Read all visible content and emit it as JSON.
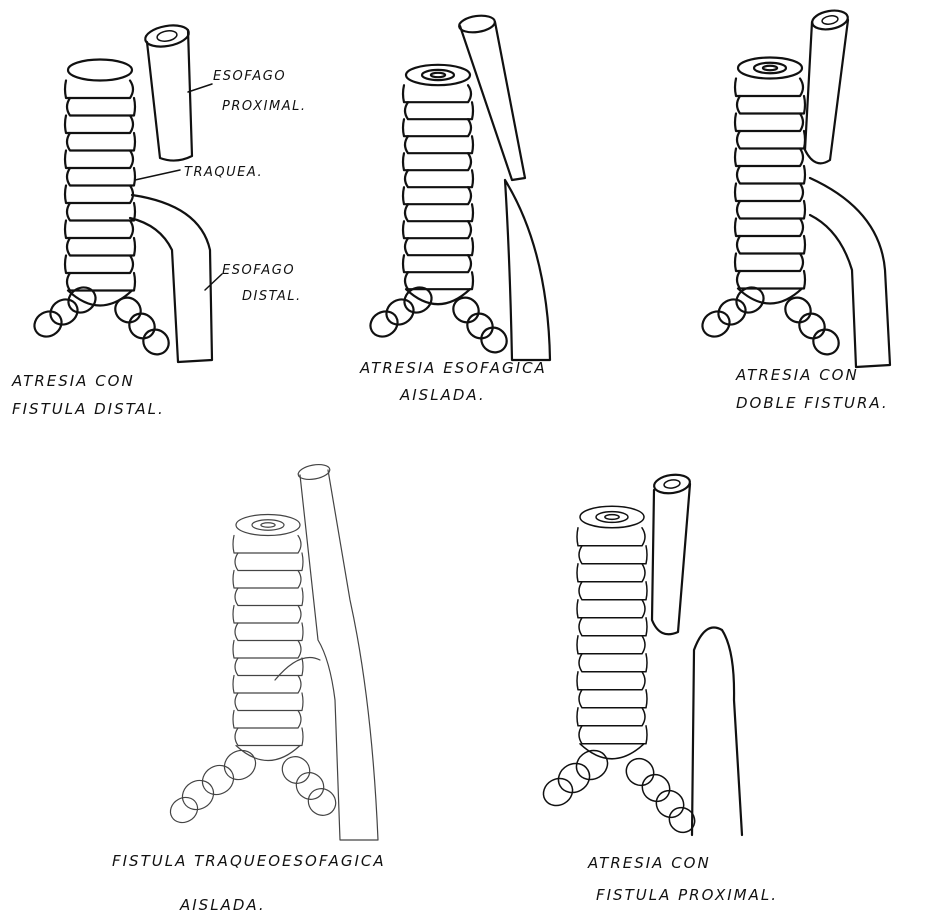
{
  "panels": [
    {
      "id": "p1",
      "caption_line1": "ATRESIA CON",
      "caption_line2": "FISTULA DISTAL.",
      "annotations": {
        "proximal": [
          "ESOFAGO",
          "PROXIMAL."
        ],
        "trachea": "TRAQUEA.",
        "distal": [
          "ESOFAGO",
          "DISTAL."
        ]
      }
    },
    {
      "id": "p2",
      "caption_line1": "ATRESIA ESOFAGICA",
      "caption_line2": "AISLADA."
    },
    {
      "id": "p3",
      "caption_line1": "ATRESIA CON",
      "caption_line2": "DOBLE FISTURA."
    },
    {
      "id": "p4",
      "caption_line1": "FISTULA TRAQUEOESOFAGICA",
      "caption_line2": "AISLADA."
    },
    {
      "id": "p5",
      "caption_line1": "ATRESIA CON",
      "caption_line2": "FISTULA PROXIMAL."
    }
  ]
}
